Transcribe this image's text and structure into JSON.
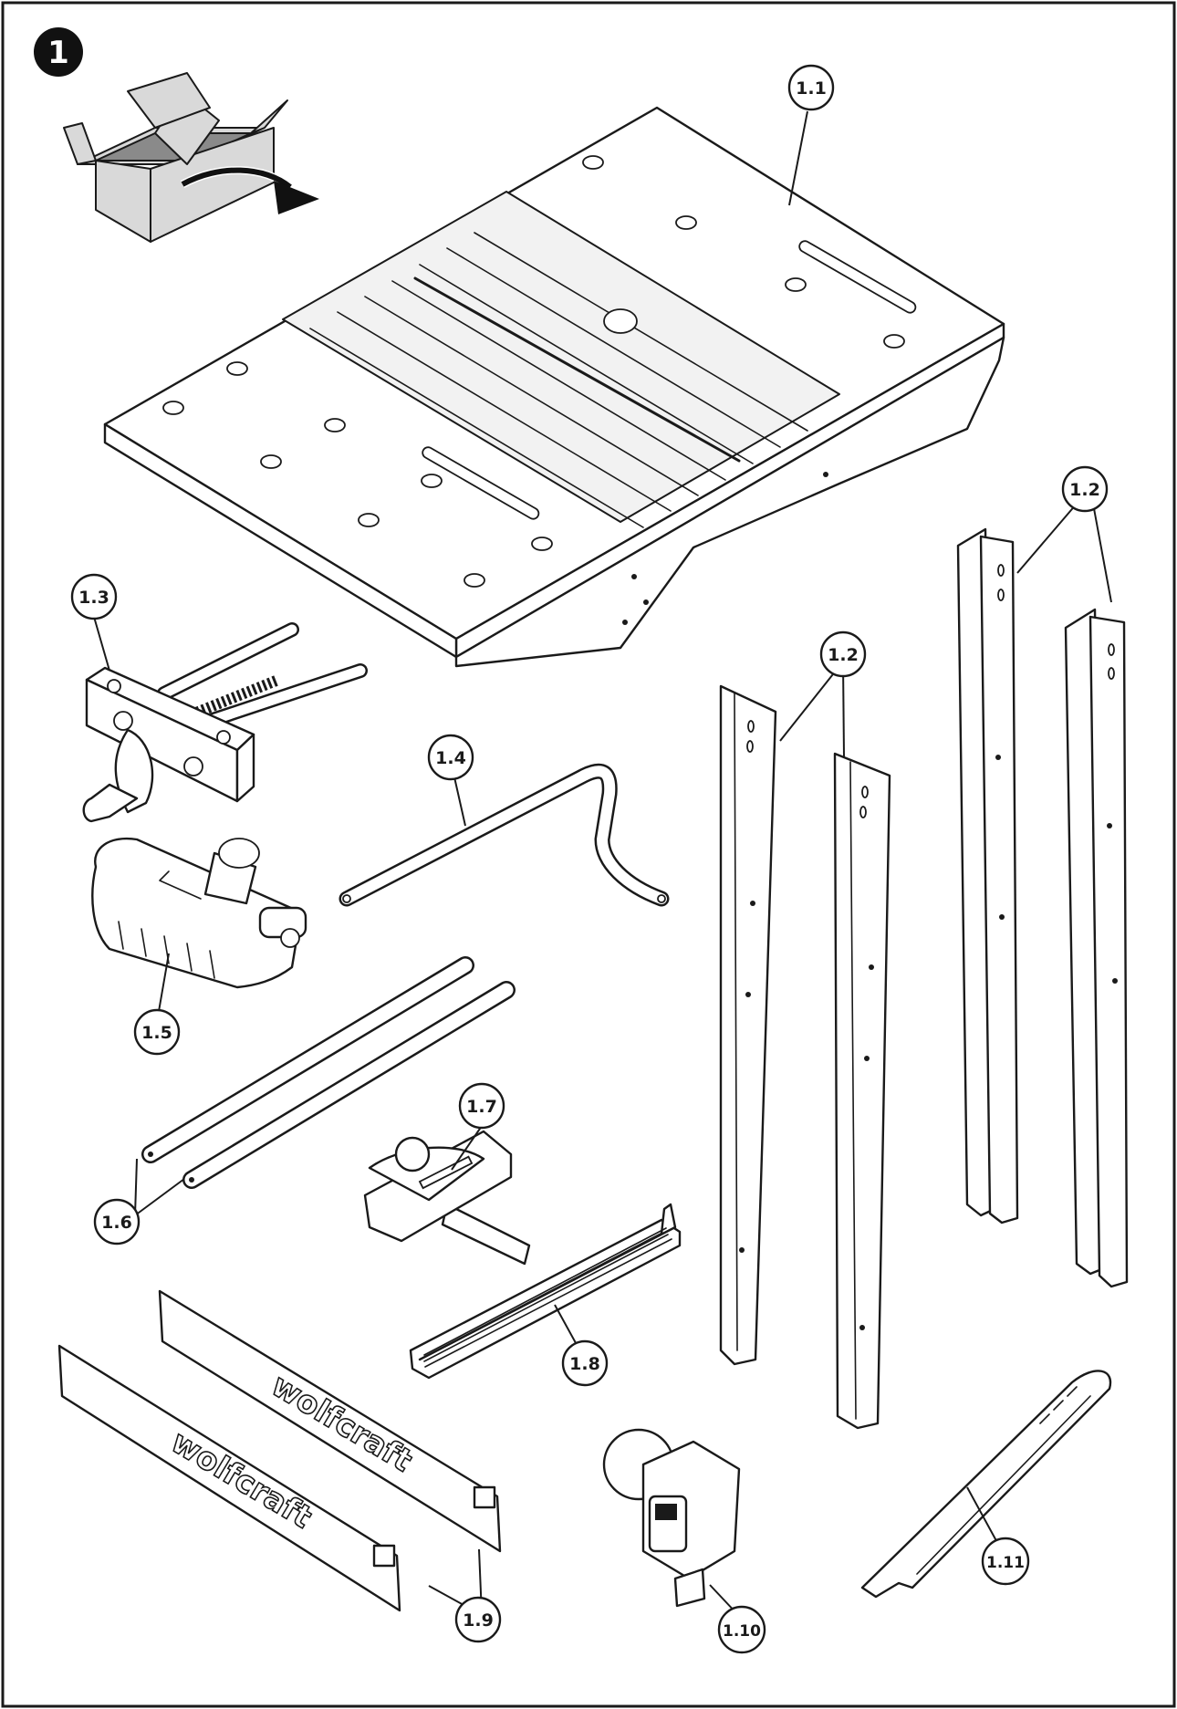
{
  "step": {
    "number": "1"
  },
  "callouts": {
    "c1_1": "1.1",
    "c1_2a": "1.2",
    "c1_2b": "1.2",
    "c1_3": "1.3",
    "c1_4": "1.4",
    "c1_5": "1.5",
    "c1_6": "1.6",
    "c1_7": "1.7",
    "c1_8": "1.8",
    "c1_9": "1.9",
    "c1_10": "1.10",
    "c1_11": "1.11"
  },
  "brand": {
    "rail_top": "wolfcraft",
    "rail_bottom": "wolfcraft"
  },
  "colors": {
    "line": "#1a1a1a",
    "box_fill": "#d9d9d9",
    "box_inside": "#8a8a8a",
    "background": "#ffffff"
  },
  "icons": [
    "unpack-box-icon",
    "arrow-out-icon"
  ]
}
